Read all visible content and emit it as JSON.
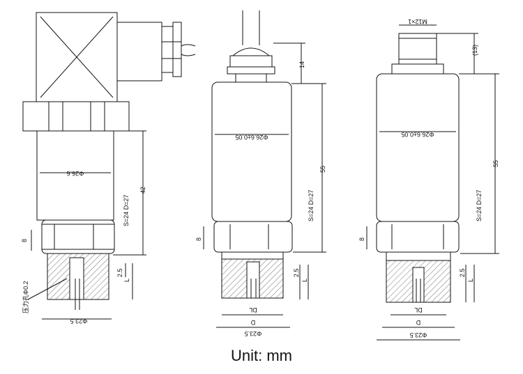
{
  "caption": "Unit: mm",
  "drawings": {
    "left": {
      "body_dia": "Φ26.6",
      "height": "42",
      "hex": "S=24  D=27",
      "hex_h": "8",
      "thread_h": "2.5",
      "thread_l": "L",
      "fitting_dia": "Φ23.5",
      "orifice": "压力孔Φ0.2"
    },
    "middle": {
      "body_dia": "Φ26.6±0.05",
      "height": "55",
      "cable_h": "14",
      "hex": "S=24  D=27",
      "hex_h": "8",
      "thread_h": "2.5",
      "thread_l": "L",
      "d_label": "D",
      "inner": "DL",
      "fitting_dia": "Φ23.5"
    },
    "right": {
      "connector": "M12×1",
      "connector_h": "(13)",
      "body_dia": "Φ26.6±0.05",
      "height": "55",
      "hex": "S=24  D=27",
      "hex_h": "8",
      "thread_h": "2.5",
      "thread_l": "L",
      "d_label": "D",
      "inner": "DL",
      "fitting_dia": "Φ23.5"
    }
  }
}
